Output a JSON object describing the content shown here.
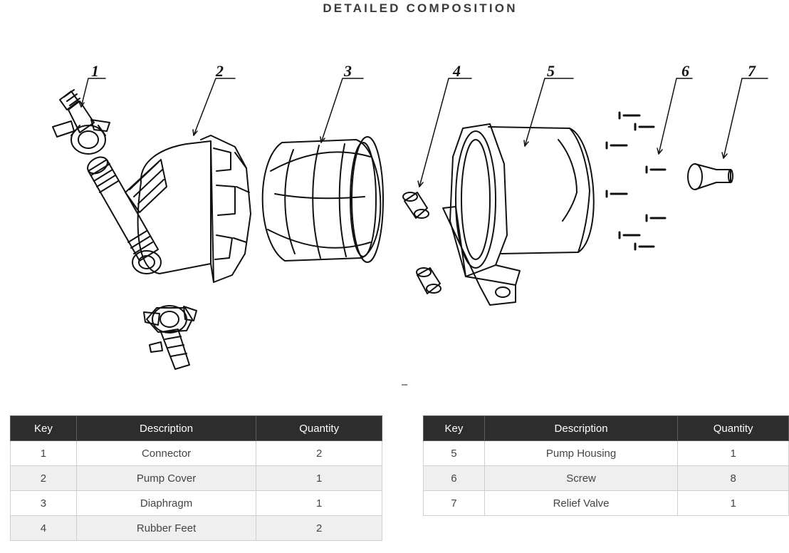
{
  "title": "DETAILED COMPOSITION",
  "separator": "–",
  "callouts": [
    "1",
    "2",
    "3",
    "4",
    "5",
    "6",
    "7"
  ],
  "table_headers": {
    "key": "Key",
    "description": "Description",
    "quantity": "Quantity"
  },
  "table_left": [
    {
      "key": "1",
      "description": "Connector",
      "quantity": "2"
    },
    {
      "key": "2",
      "description": "Pump Cover",
      "quantity": "1"
    },
    {
      "key": "3",
      "description": "Diaphragm",
      "quantity": "1"
    },
    {
      "key": "4",
      "description": "Rubber Feet",
      "quantity": "2"
    }
  ],
  "table_right": [
    {
      "key": "5",
      "description": "Pump Housing",
      "quantity": "1"
    },
    {
      "key": "6",
      "description": "Screw",
      "quantity": "8"
    },
    {
      "key": "7",
      "description": "Relief Valve",
      "quantity": "1"
    }
  ]
}
